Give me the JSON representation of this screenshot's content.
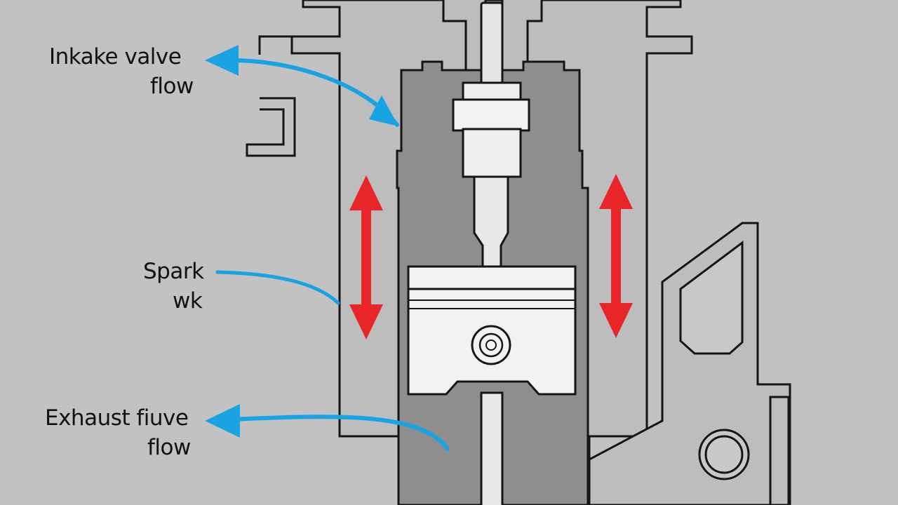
{
  "labels": {
    "intake": {
      "line1": "Inkake valve",
      "line2": "flow"
    },
    "spark": {
      "line1": "Spark",
      "line2": "wk"
    },
    "exhaust": {
      "line1": "Exhaust fiuve",
      "line2": "flow"
    }
  },
  "colors": {
    "background": "#c2c2c2",
    "outer_casing": "#bdbdbd",
    "inner_chamber": "#8e8e8e",
    "outline": "#151515",
    "piston": "#f2f2f2",
    "flow_arrow": "#1aa3e3",
    "motion_arrow": "#e8262a"
  },
  "icons": {
    "flow_arrow": "arrow-left-icon",
    "motion_arrow": "double-arrow-vertical-icon"
  }
}
